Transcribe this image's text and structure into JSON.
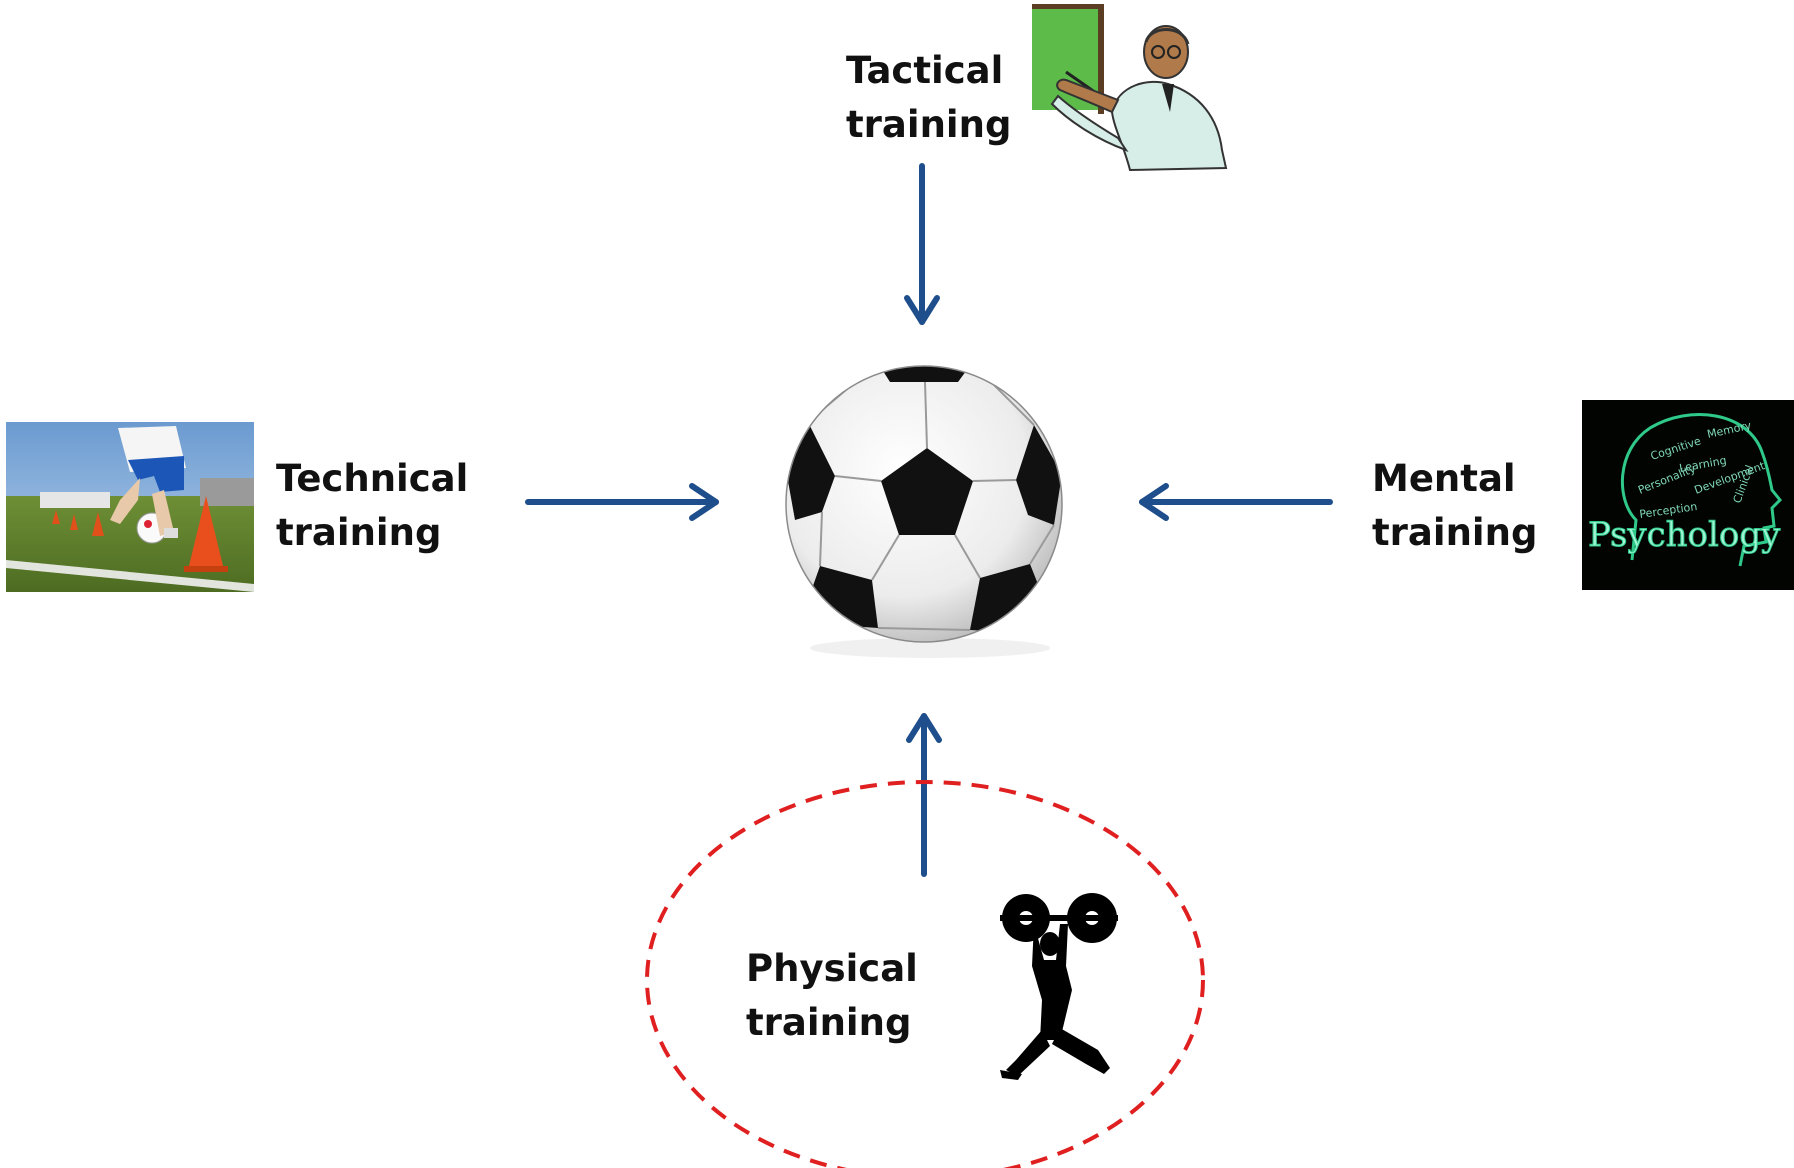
{
  "diagram": {
    "center": {
      "name": "soccer-ball"
    },
    "nodes": [
      {
        "id": "tactical",
        "lines": [
          "Tactical",
          "training"
        ],
        "image": "coach-at-blackboard"
      },
      {
        "id": "technical",
        "lines": [
          "Technical",
          "training"
        ],
        "image": "player-dribbling-cones"
      },
      {
        "id": "mental",
        "lines": [
          "Mental",
          "training"
        ],
        "image": "psychology-head"
      },
      {
        "id": "physical",
        "lines": [
          "Physical",
          "training"
        ],
        "image": "weightlifter-silhouette",
        "highlighted": true
      }
    ],
    "psychology_image_words": [
      "Psychology",
      "Cognitive",
      "Memory",
      "Learning",
      "Development",
      "Personality",
      "Perception",
      "Clinical"
    ],
    "edges": [
      {
        "from": "tactical",
        "to": "center"
      },
      {
        "from": "technical",
        "to": "center"
      },
      {
        "from": "mental",
        "to": "center"
      },
      {
        "from": "physical",
        "to": "center"
      }
    ],
    "colors": {
      "arrow": "#1F4E8C",
      "highlight": "#E02020",
      "label": "#111111"
    }
  }
}
